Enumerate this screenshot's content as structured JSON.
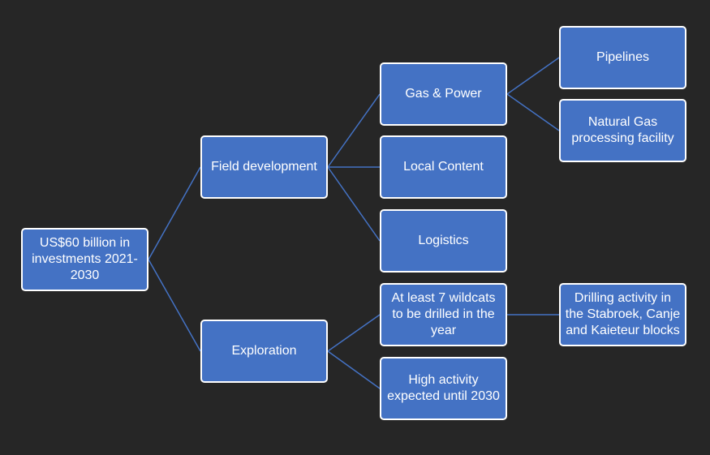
{
  "colors": {
    "background": "#262626",
    "node_fill": "#4472c4",
    "node_border": "#ffffff",
    "connector": "#4472c4",
    "text": "#ffffff"
  },
  "nodes": {
    "root": "US$60 billion in investments 2021-2030",
    "field_development": "Field development",
    "exploration": "Exploration",
    "gas_power": "Gas & Power",
    "local_content": "Local Content",
    "logistics": "Logistics",
    "wildcats": "At least 7 wildcats to be drilled in the year",
    "high_activity": "High activity expected until 2030",
    "pipelines": "Pipelines",
    "natural_gas": "Natural Gas processing facility",
    "drilling_activity": "Drilling activity in the Stabroek, Canje and Kaieteur blocks"
  }
}
